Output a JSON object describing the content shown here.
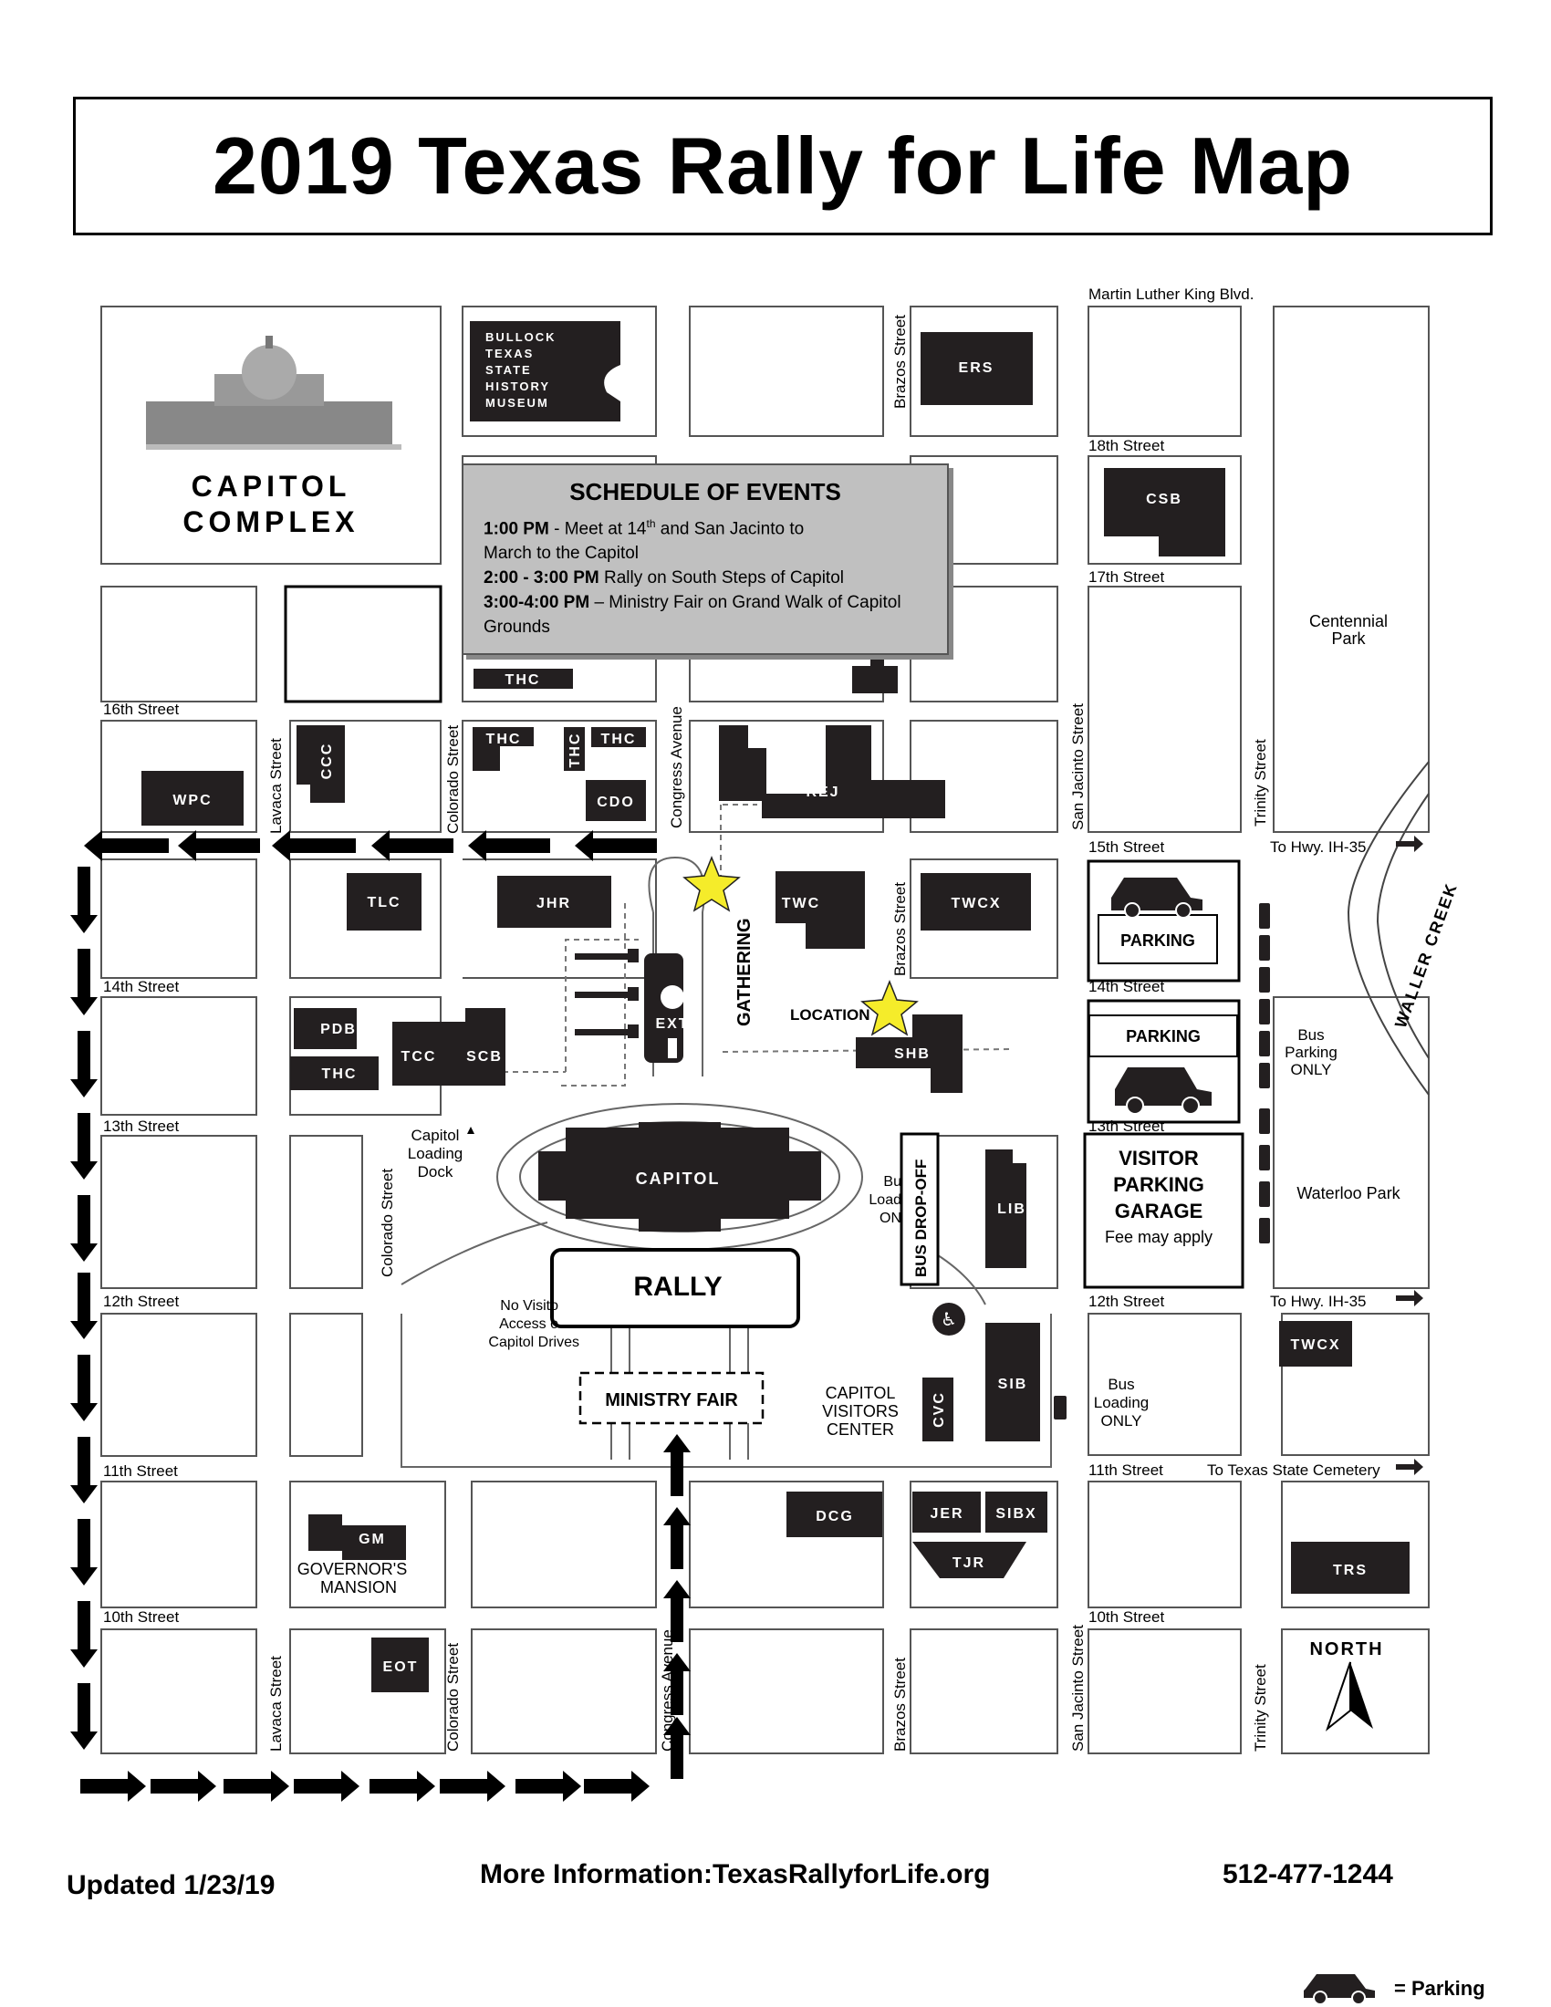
{
  "title": "2019 Texas Rally for Life Map",
  "capitol_complex": [
    "CAPITOL",
    "COMPLEX"
  ],
  "museum": [
    "BULLOCK",
    "TEXAS",
    "STATE",
    "HISTORY",
    "MUSEUM"
  ],
  "schedule": {
    "heading": "SCHEDULE OF EVENTS",
    "rows": [
      {
        "time": "1:00 PM",
        "text_a": " - Meet at 14",
        "sup": "th",
        "text_b": " and San Jacinto to",
        "cont": "March to the Capitol"
      },
      {
        "time": "2:00 - 3:00 PM",
        "text_a": " Rally on South Steps of Capitol"
      },
      {
        "time": "3:00-4:00 PM",
        "text_a": " – Ministry Fair on Grand Walk of Capitol",
        "cont": "Grounds"
      }
    ]
  },
  "streets": {
    "mlk": "Martin Luther King  Blvd.",
    "s18": "18th Street",
    "s17": "17th Street",
    "s16": "16th Street",
    "s15": "15th Street",
    "s14a": "14th Street",
    "s14b": "14th Street",
    "s13a": "13th Street",
    "s13b": "13th Street",
    "s12a": "12th Street",
    "s12b": "12th Street",
    "s11a": "11th Street",
    "s11b": "11th Street",
    "s10a": "10th Street",
    "s10b": "10th Street",
    "lavaca": "Lavaca Street",
    "colorado": "Colorado Street",
    "congress": "Congress Avenue",
    "brazos": "Brazos Street",
    "sanjacinto": "San Jacinto Street",
    "trinity": "Trinity Street",
    "hwy15": "To Hwy. IH-35",
    "hwy12": "To Hwy. IH-35",
    "cemetery": "To Texas State Cemetery",
    "waller": "WALLER CREEK"
  },
  "buildings": {
    "ers": "ERS",
    "csb": "CSB",
    "thc": "THC",
    "wpc": "WPC",
    "ccc": "CCC",
    "cdo": "CDO",
    "rej": "REJ",
    "tlc": "TLC",
    "jhr": "JHR",
    "twc": "TWC",
    "twcx": "TWCX",
    "pdb": "PDB",
    "tcc": "TCC",
    "scb": "SCB",
    "ext": "EXT",
    "shb": "SHB",
    "capitol": "CAPITOL",
    "lib": "LIB",
    "sib": "SIB",
    "cvc": "CVC",
    "gm": "GM",
    "eot": "EOT",
    "dcg": "DCG",
    "jer": "JER",
    "sibx": "SIBX",
    "tjr": "TJR",
    "trs": "TRS"
  },
  "labels": {
    "gathering": "GATHERING",
    "location": "LOCATION",
    "parking1": "PARKING",
    "parking2": "PARKING",
    "bus_parking": [
      "Bus",
      "Parking",
      "ONLY"
    ],
    "visitor_garage": [
      "VISITOR",
      "PARKING",
      "GARAGE"
    ],
    "fee": "Fee may apply",
    "centennial": [
      "Centennial",
      "Park"
    ],
    "waterloo": "Waterloo Park",
    "loading_dock": [
      "Capitol",
      "Loading",
      "Dock"
    ],
    "bus_dropoff": "BUS  DROP-OFF",
    "bus_loading_partial": [
      "Bu",
      "Load",
      "ON"
    ],
    "rally": "RALLY",
    "ministry_fair": "MINISTRY FAIR",
    "no_visitor": [
      "No Visito",
      "Access o",
      "Capitol Drives"
    ],
    "cvc_center": [
      "CAPITOL",
      "VISITORS",
      "CENTER"
    ],
    "bus_loading": [
      "Bus",
      "Loading",
      "ONLY"
    ],
    "governors_mansion": [
      "GOVERNOR'S",
      "MANSION"
    ],
    "north": "NORTH"
  },
  "footer": {
    "updated": "Updated 1/23/19",
    "info": "More Information:TexasRallyforLife.org",
    "phone": "512-477-1244",
    "legend": "= Parking"
  },
  "colors": {
    "building": "#231f20",
    "star": "#f5ec2a",
    "schedule_bg": "#c0c0c0"
  }
}
